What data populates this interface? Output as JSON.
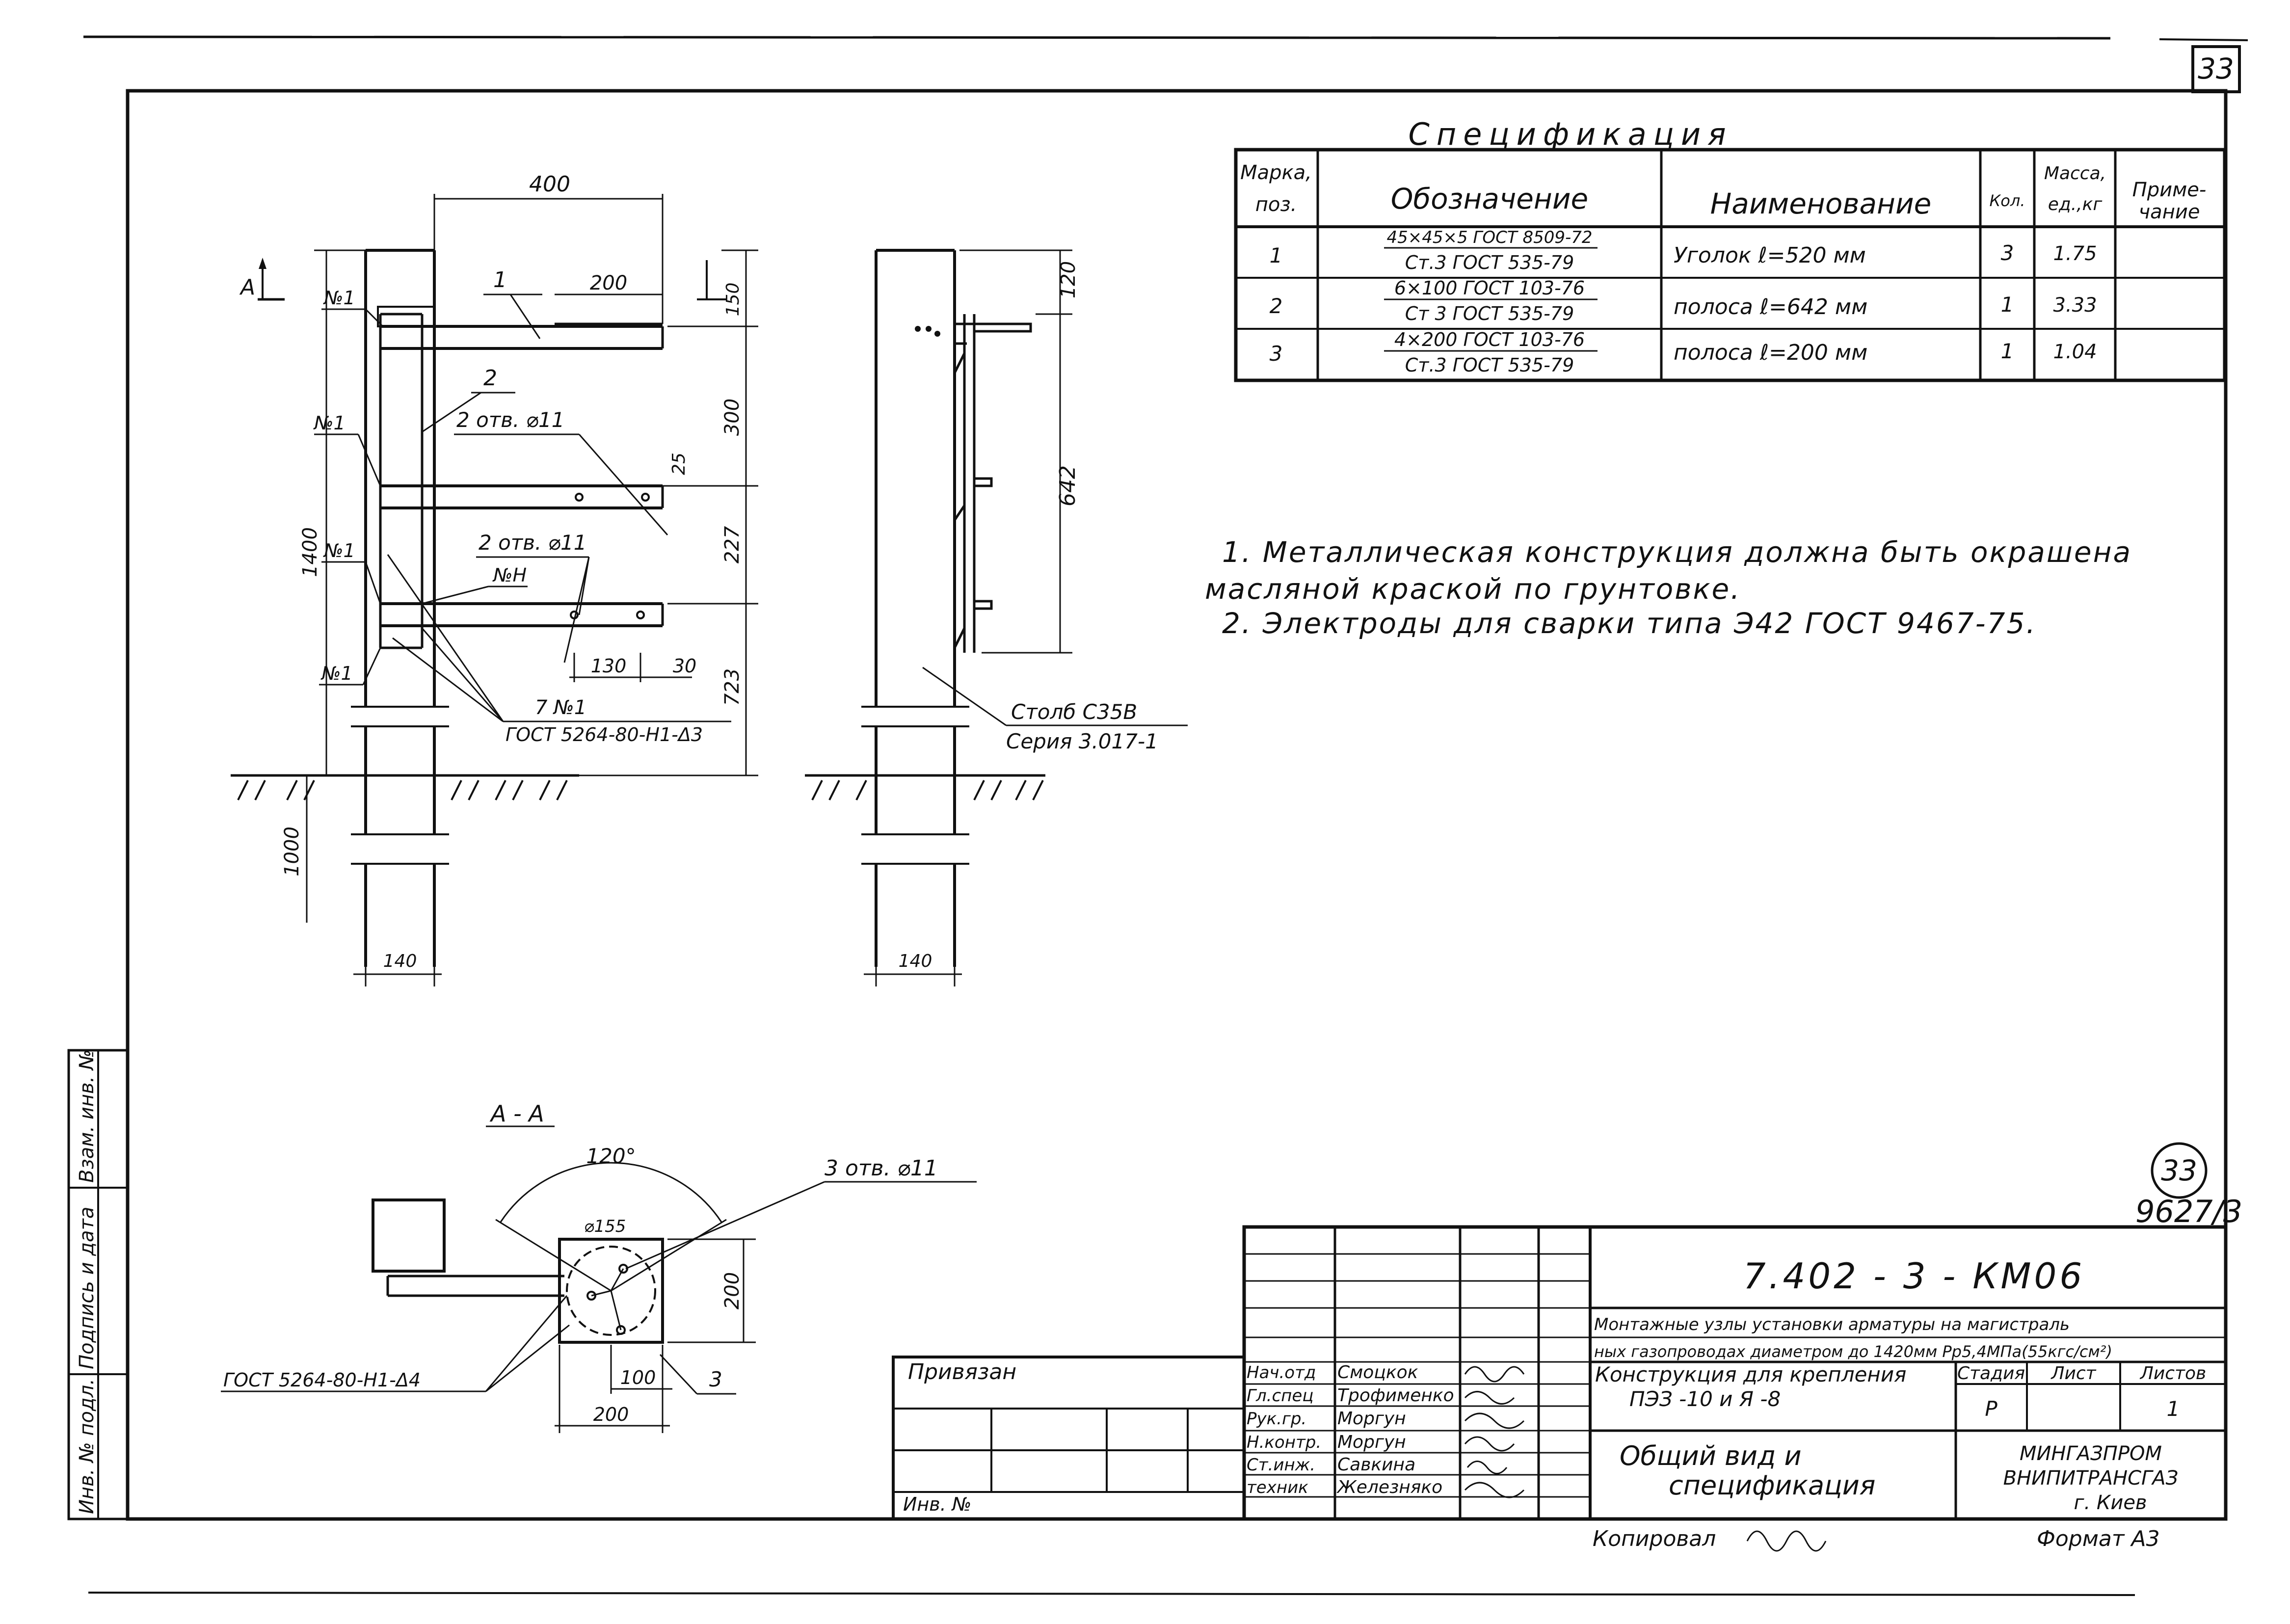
{
  "sheet": {
    "sheet_no_top": "33",
    "sheet_no_circle": "33",
    "doc_no": "9627/3",
    "copied_label": "Копировал",
    "format_label": "Формат А3"
  },
  "spec": {
    "title": "Спецификация",
    "headers": {
      "pos": [
        "Марка,",
        "поз."
      ],
      "designation": "Обозначение",
      "name": "Наименование",
      "qty": "Кол.",
      "mass": [
        "Масса,",
        "ед.,кг"
      ],
      "note": [
        "Приме-",
        "чание"
      ]
    },
    "rows": [
      {
        "pos": "1",
        "des_top": "45×45×5 ГОСТ 8509-72",
        "des_bottom": "Ст.3  ГОСТ 535-79",
        "name": "Уголок  ℓ=520 мм",
        "qty": "3",
        "mass": "1.75",
        "note": ""
      },
      {
        "pos": "2",
        "des_top": "6×100  ГОСТ 103-76",
        "des_bottom": "Ст 3  ГОСТ 535-79",
        "name": "полоса  ℓ=642 мм",
        "qty": "1",
        "mass": "3.33",
        "note": ""
      },
      {
        "pos": "3",
        "des_top": "4×200 ГОСТ 103-76",
        "des_bottom": "Ст.3  ГОСТ 535-79",
        "name": "полоса  ℓ=200 мм",
        "qty": "1",
        "mass": "1.04",
        "note": ""
      }
    ]
  },
  "notes": [
    "1. Металлическая конструкция должна быть окрашена",
    "масляной краской по грунтовке.",
    "2. Электроды для сварки типа Э42 ГОСТ 9467-75."
  ],
  "front_view": {
    "dim_400": "400",
    "dim_200": "200",
    "dim_150": "150",
    "dim_300": "300",
    "dim_227": "227",
    "dim_723": "723",
    "dim_1400": "1400",
    "dim_1000": "1000",
    "dim_25": "25",
    "dim_130": "130",
    "dim_30": "30",
    "dim_140": "140",
    "section_mark": "А",
    "pos1": "1",
    "pos2": "2",
    "holes1": "2 отв. ⌀11",
    "holes2": "2 отв. ⌀11",
    "weld1": "№1",
    "weld2": "№1",
    "weld3": "№1",
    "weld4": "№1",
    "weld_h": "№Н",
    "weld_callout": "7 №1",
    "weld_gost": "ГОСТ 5264-80-Н1-Δ3"
  },
  "side_view": {
    "dim_120": "120",
    "dim_642": "642",
    "dim_140": "140",
    "post_label": "Столб С35В",
    "series_label": "Серия 3.017-1"
  },
  "section_aa": {
    "title": "А - А",
    "angle": "120°",
    "holes": "3 отв. ⌀11",
    "diameter": "⌀155",
    "dim_200v": "200",
    "dim_100": "100",
    "dim_200h": "200",
    "gost": "ГОСТ 5264-80-Н1-Δ4",
    "pos3": "3"
  },
  "title_block": {
    "code": "7.402 - 3 - КМ06",
    "desc_line1": "Монтажные узлы установки арматуры на магистраль",
    "desc_line2": "ных газопроводах диаметром до 1420мм Рр5,4МПа(55кгс/см²)",
    "construct_line1": "Конструкция для крепления",
    "construct_line2": "ПЭЗ -10 и Я -8",
    "stage_header": "Стадия",
    "sheet_header": "Лист",
    "sheets_header": "Листов",
    "stage": "Р",
    "sheet": "",
    "sheets": "1",
    "drawing_title_1": "Общий вид и",
    "drawing_title_2": "спецификация",
    "org_1": "МИНГАЗПРОМ",
    "org_2": "ВНИПИТРАНСГАЗ",
    "org_3": "г. Киев",
    "bound_label": "Привязан",
    "inv_label": "Инв. №",
    "roles": [
      {
        "role": "Нач.отд",
        "name": "Смоцкок"
      },
      {
        "role": "Гл.спец",
        "name": "Трофименко"
      },
      {
        "role": "Рук.гр.",
        "name": "Моргун"
      },
      {
        "role": "Н.контр.",
        "name": "Моргун"
      },
      {
        "role": "Ст.инж.",
        "name": "Савкина"
      },
      {
        "role": "техник",
        "name": "Железняко"
      }
    ]
  },
  "side_stamp": [
    "Инв. № подл.",
    "Подпись и дата",
    "Взам. инв. №"
  ]
}
